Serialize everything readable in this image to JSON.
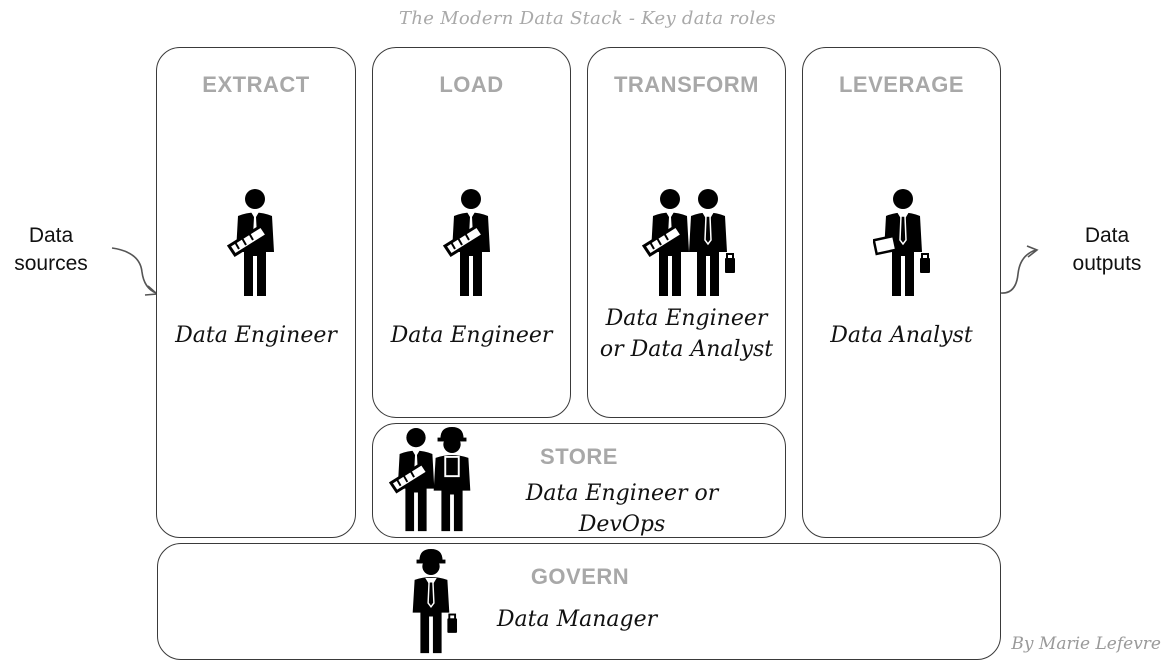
{
  "title": "The Modern Data Stack - Key data roles",
  "credit": "By Marie Lefevre",
  "inputs": {
    "line1": "Data",
    "line2": "sources"
  },
  "outputs": {
    "line1": "Data",
    "line2": "outputs"
  },
  "stages": {
    "extract": {
      "label": "EXTRACT",
      "role": "Data Engineer"
    },
    "load": {
      "label": "LOAD",
      "role": "Data Engineer"
    },
    "transform": {
      "label": "TRANSFORM",
      "role_line1": "Data Engineer",
      "role_line2": "or Data Analyst"
    },
    "leverage": {
      "label": "LEVERAGE",
      "role": "Data Analyst"
    },
    "store": {
      "label": "STORE",
      "role": "Data Engineer or DevOps"
    },
    "govern": {
      "label": "GOVERN",
      "role": "Data Manager"
    }
  },
  "icons": {
    "engineer": "engineer-with-blueprint-icon",
    "analyst": "analyst-with-briefcase-icon",
    "devops": "worker-with-hardhat-icon",
    "manager": "manager-with-hardhat-icon"
  }
}
